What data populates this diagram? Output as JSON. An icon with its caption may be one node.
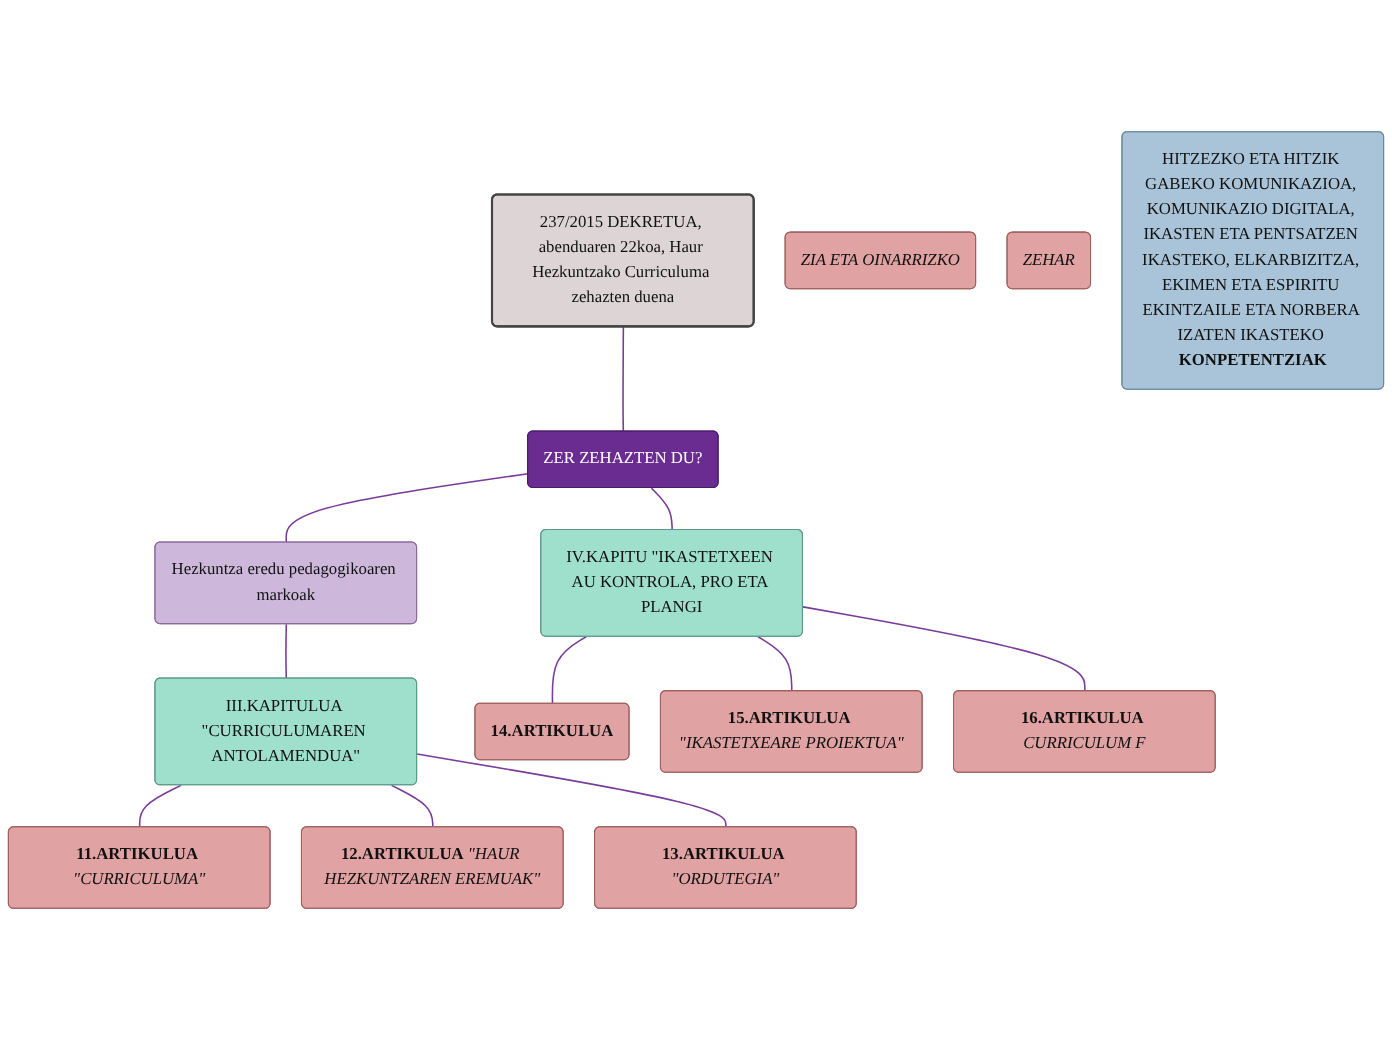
{
  "diagram": {
    "nodes": [
      {
        "text": [
          "237/2015 DEKRETUA, abenduaren 22koa, Haur Hezkuntzako Curriculuma zehazten duena"
        ]
      },
      {
        "text": [
          "ZER ZEHAZTEN DU?"
        ]
      },
      {
        "text": [
          "Hezkuntza eredu pedagogikoaren markoak"
        ]
      },
      {
        "text": [
          "III.KAPITULUA \"CURRICULUMAREN ANTOLAMENDUA\""
        ]
      },
      {
        "text": [
          "**11.ARTIKULUA** *\"CURRICULUMA\"*"
        ]
      },
      {
        "text": [
          "**12.ARTIKULUA** *\"HAUR HEZKUNTZAREN EREMUAK\"*"
        ]
      },
      {
        "text": [
          "**13.ARTIKULUA** *\"ORDUTEGIA\"*"
        ]
      },
      {
        "text": [
          "IV.KAPITU \"IKASTETXEEN AU KONTROLA, PRO ETA PLANGI"
        ]
      },
      {
        "text": [
          "**14.ARTIKULUA**"
        ]
      },
      {
        "text": [
          "**15.ARTIKULUA** *\"IKASTETXEARE PROIEKTUA\"*"
        ]
      },
      {
        "text": [
          "**16.ARTIKULUA** *CURRICULUM F*"
        ]
      },
      {
        "text": [
          "*ZIA ETA OINARRIZKO*"
        ]
      },
      {
        "text": [
          "*ZEHAR*"
        ]
      },
      {
        "text": [
          "HITZEZKO ETA HITZIK GABEKO KOMUNIKAZIOA, KOMUNIKAZIO DIGITALA, IKASTEN ETA PENTSATZEN IKASTEKO, ELKARBIZITZA, EKIMEN ETA ESPIRITU EKINTZAILE ETA NORBERA IZATEN IKASTEKO **KONPETENTZIAK**"
        ]
      }
    ],
    "edges": [
      {
        "from": 0,
        "to": 1,
        "arrow": "none"
      },
      {
        "from": 1,
        "to": 2,
        "arrow": "none"
      },
      {
        "from": 2,
        "to": 3,
        "arrow": "none"
      },
      {
        "from": 1,
        "to": 7,
        "arrow": "none"
      },
      {
        "from": 3,
        "to": 4,
        "arrow": "none"
      },
      {
        "from": 3,
        "to": 5,
        "arrow": "none"
      },
      {
        "from": 3,
        "to": 6,
        "arrow": "none"
      },
      {
        "from": 7,
        "to": 8,
        "arrow": "none"
      },
      {
        "from": 7,
        "to": 9,
        "arrow": "none"
      },
      {
        "from": 7,
        "to": 10,
        "arrow": "none"
      }
    ]
  }
}
